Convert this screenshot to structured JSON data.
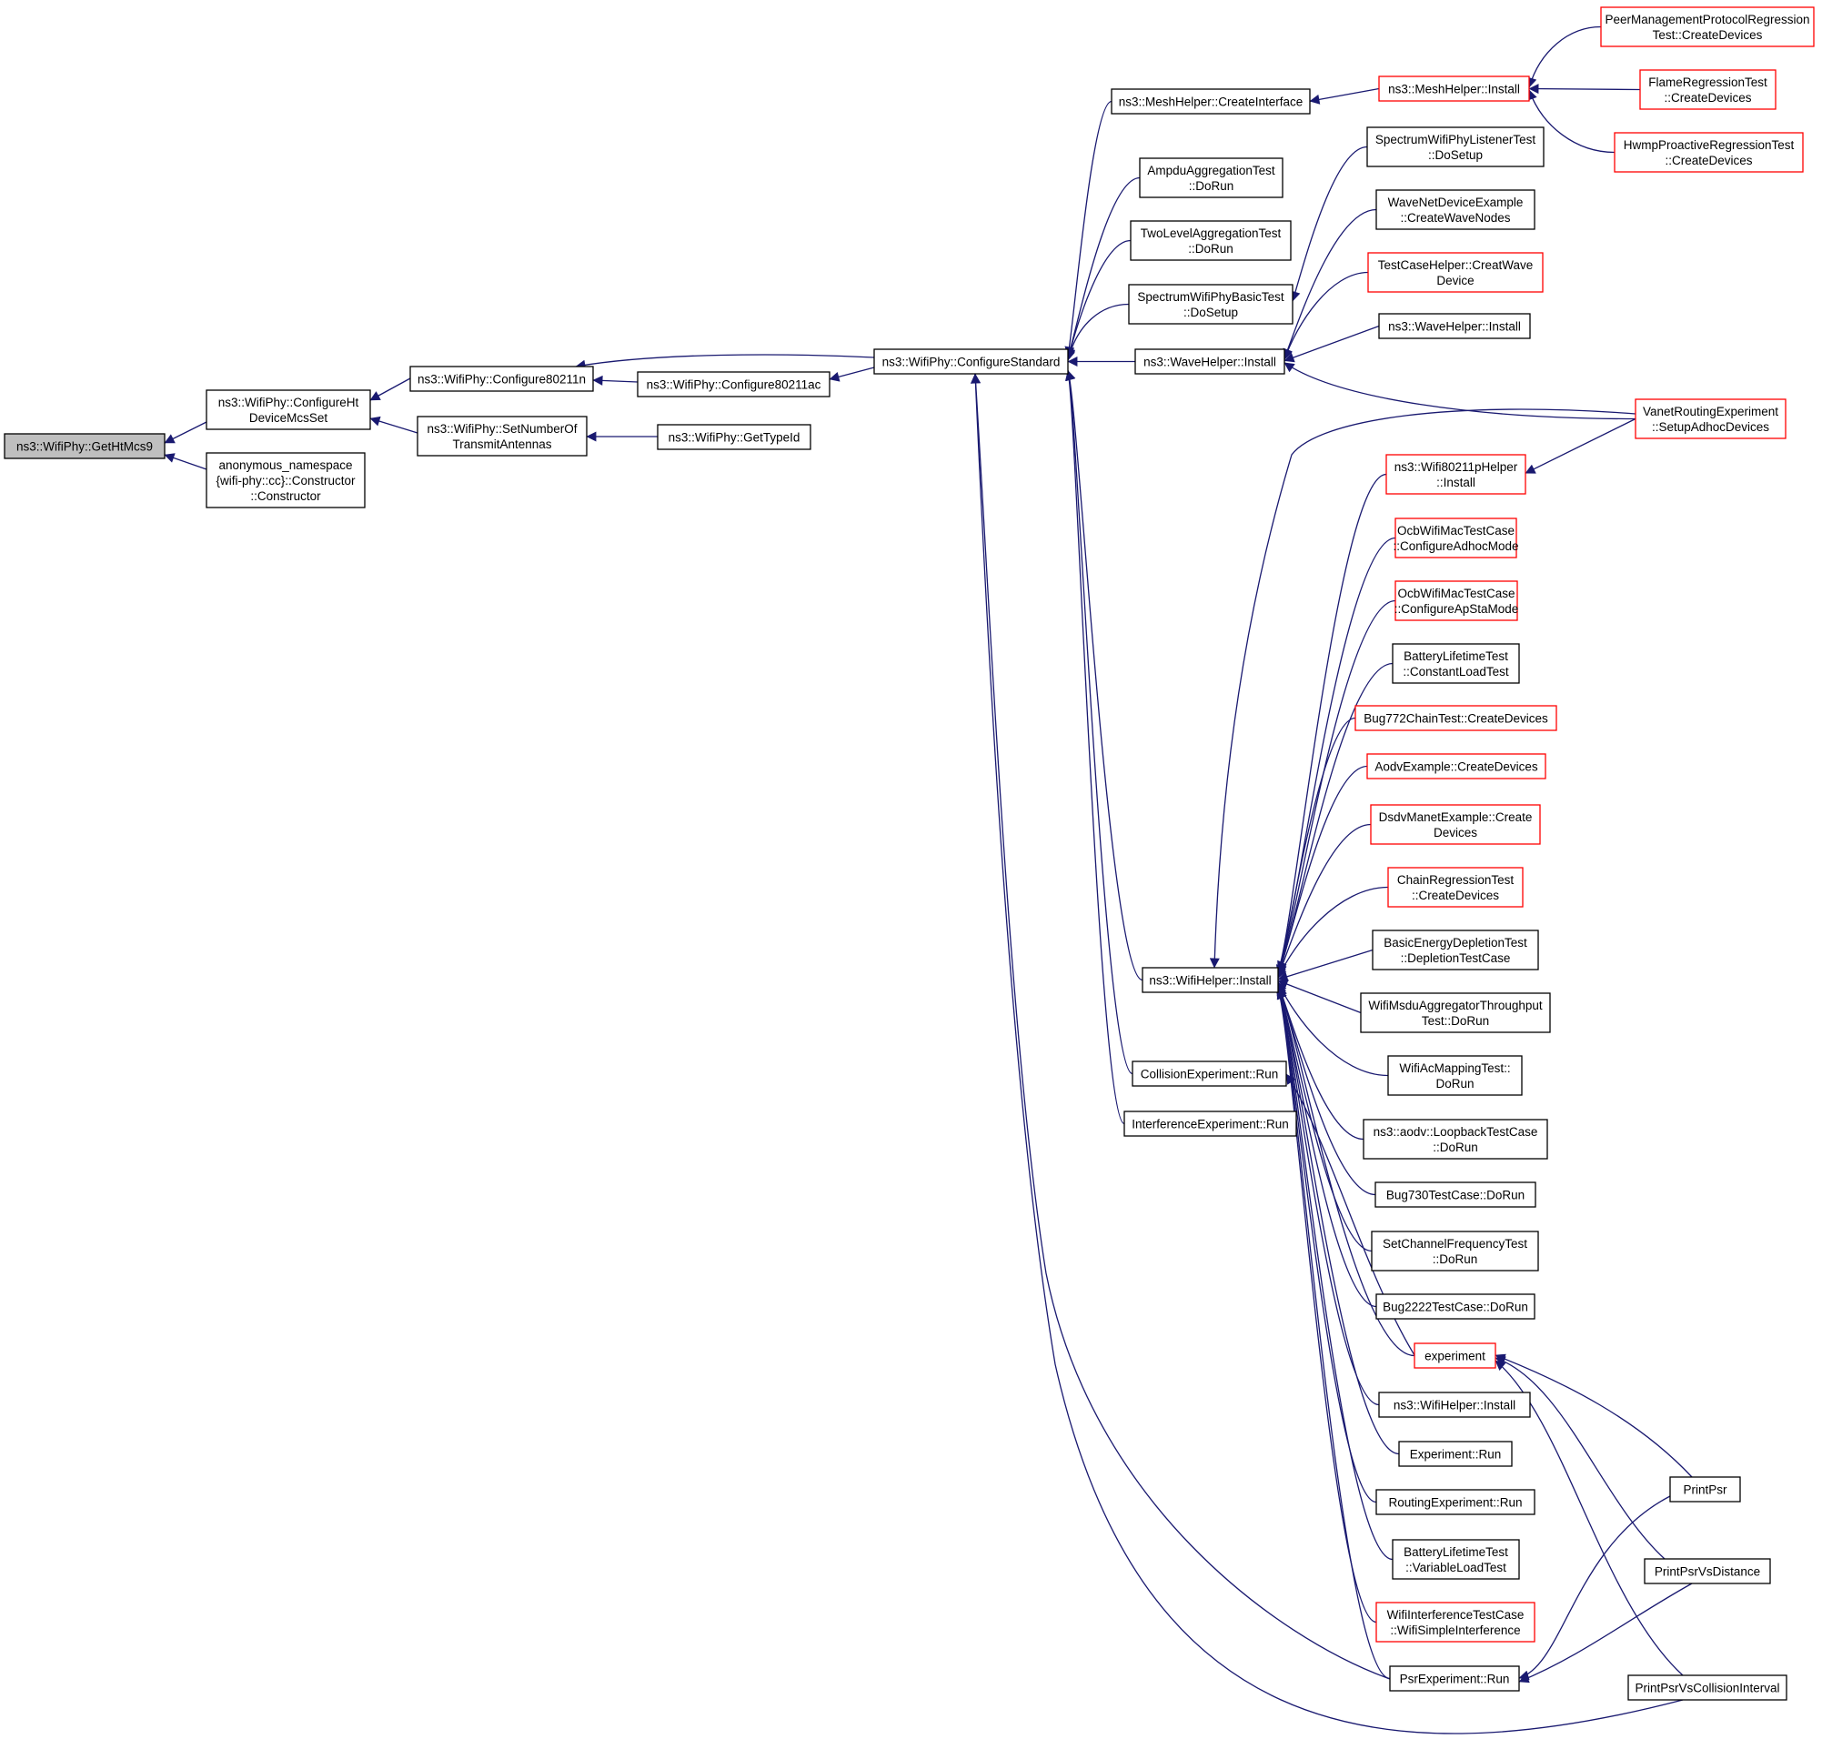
{
  "diagram": {
    "type": "caller graph",
    "colors": {
      "edge": "#191970",
      "root_fill": "#bfbfbf",
      "node_border": "#000000",
      "truncated_border": "#ff0000",
      "node_fill": "#ffffff"
    },
    "nodes": [
      {
        "id": "gethtmcs9",
        "lines": [
          "ns3::WifiPhy::GetHtMcs9"
        ],
        "style": "root"
      },
      {
        "id": "configureht",
        "lines": [
          "ns3::WifiPhy::ConfigureHt",
          "DeviceMcsSet"
        ],
        "style": "normal"
      },
      {
        "id": "anon",
        "lines": [
          "anonymous_namespace",
          "{wifi-phy::cc}::Constructor",
          "::Constructor"
        ],
        "style": "normal"
      },
      {
        "id": "c80211n",
        "lines": [
          "ns3::WifiPhy::Configure80211n"
        ],
        "style": "normal"
      },
      {
        "id": "setnumtx",
        "lines": [
          "ns3::WifiPhy::SetNumberOf",
          "TransmitAntennas"
        ],
        "style": "normal"
      },
      {
        "id": "c80211ac",
        "lines": [
          "ns3::WifiPhy::Configure80211ac"
        ],
        "style": "normal"
      },
      {
        "id": "gettypeid",
        "lines": [
          "ns3::WifiPhy::GetTypeId"
        ],
        "style": "normal"
      },
      {
        "id": "cfgstd",
        "lines": [
          "ns3::WifiPhy::ConfigureStandard"
        ],
        "style": "normal"
      },
      {
        "id": "meshci",
        "lines": [
          "ns3::MeshHelper::CreateInterface"
        ],
        "style": "normal"
      },
      {
        "id": "ampdu",
        "lines": [
          "AmpduAggregationTest",
          "::DoRun"
        ],
        "style": "normal"
      },
      {
        "id": "twolevel",
        "lines": [
          "TwoLevelAggregationTest",
          "::DoRun"
        ],
        "style": "normal"
      },
      {
        "id": "specbasic",
        "lines": [
          "SpectrumWifiPhyBasicTest",
          "::DoSetup"
        ],
        "style": "normal"
      },
      {
        "id": "wavehelper",
        "lines": [
          "ns3::WaveHelper::Install"
        ],
        "style": "normal"
      },
      {
        "id": "wifihelper",
        "lines": [
          "ns3::WifiHelper::Install"
        ],
        "style": "normal"
      },
      {
        "id": "collision",
        "lines": [
          "CollisionExperiment::Run"
        ],
        "style": "normal"
      },
      {
        "id": "interference",
        "lines": [
          "InterferenceExperiment::Run"
        ],
        "style": "normal"
      },
      {
        "id": "meshinstall",
        "lines": [
          "ns3::MeshHelper::Install"
        ],
        "style": "truncated"
      },
      {
        "id": "peermgmt",
        "lines": [
          "PeerManagementProtocolRegression",
          "Test::CreateDevices"
        ],
        "style": "truncated"
      },
      {
        "id": "flame",
        "lines": [
          "FlameRegressionTest",
          "::CreateDevices"
        ],
        "style": "truncated"
      },
      {
        "id": "hwmp",
        "lines": [
          "HwmpProactiveRegressionTest",
          "::CreateDevices"
        ],
        "style": "truncated"
      },
      {
        "id": "speclistener",
        "lines": [
          "SpectrumWifiPhyListenerTest",
          "::DoSetup"
        ],
        "style": "normal"
      },
      {
        "id": "wavenetdev",
        "lines": [
          "WaveNetDeviceExample",
          "::CreateWaveNodes"
        ],
        "style": "normal"
      },
      {
        "id": "testcasehelper",
        "lines": [
          "TestCaseHelper::CreatWave",
          "Device"
        ],
        "style": "truncated"
      },
      {
        "id": "wavehelper2",
        "lines": [
          "ns3::WaveHelper::Install"
        ],
        "style": "normal"
      },
      {
        "id": "vanet",
        "lines": [
          "VanetRoutingExperiment",
          "::SetupAdhocDevices"
        ],
        "style": "truncated"
      },
      {
        "id": "wifi80211p",
        "lines": [
          "ns3::Wifi80211pHelper",
          "::Install"
        ],
        "style": "truncated"
      },
      {
        "id": "ocbadhoc",
        "lines": [
          "OcbWifiMacTestCase",
          "::ConfigureAdhocMode"
        ],
        "style": "truncated"
      },
      {
        "id": "ocbapsta",
        "lines": [
          "OcbWifiMacTestCase",
          "::ConfigureApStaMode"
        ],
        "style": "truncated"
      },
      {
        "id": "batteryconst",
        "lines": [
          "BatteryLifetimeTest",
          "::ConstantLoadTest"
        ],
        "style": "normal"
      },
      {
        "id": "bug772",
        "lines": [
          "Bug772ChainTest::CreateDevices"
        ],
        "style": "truncated"
      },
      {
        "id": "aodvex",
        "lines": [
          "AodvExample::CreateDevices"
        ],
        "style": "truncated"
      },
      {
        "id": "dsdv",
        "lines": [
          "DsdvManetExample::Create",
          "Devices"
        ],
        "style": "truncated"
      },
      {
        "id": "chainreg",
        "lines": [
          "ChainRegressionTest",
          "::CreateDevices"
        ],
        "style": "truncated"
      },
      {
        "id": "basicenergy",
        "lines": [
          "BasicEnergyDepletionTest",
          "::DepletionTestCase"
        ],
        "style": "normal"
      },
      {
        "id": "msdu",
        "lines": [
          "WifiMsduAggregatorThroughput",
          "Test::DoRun"
        ],
        "style": "normal"
      },
      {
        "id": "acmapping",
        "lines": [
          "WifiAcMappingTest::",
          "DoRun"
        ],
        "style": "normal"
      },
      {
        "id": "aodvloop",
        "lines": [
          "ns3::aodv::LoopbackTestCase",
          "::DoRun"
        ],
        "style": "normal"
      },
      {
        "id": "bug730",
        "lines": [
          "Bug730TestCase::DoRun"
        ],
        "style": "normal"
      },
      {
        "id": "setchan",
        "lines": [
          "SetChannelFrequencyTest",
          "::DoRun"
        ],
        "style": "normal"
      },
      {
        "id": "bug2222",
        "lines": [
          "Bug2222TestCase::DoRun"
        ],
        "style": "normal"
      },
      {
        "id": "experiment",
        "lines": [
          "experiment"
        ],
        "style": "truncated"
      },
      {
        "id": "wifihelper2",
        "lines": [
          "ns3::WifiHelper::Install"
        ],
        "style": "normal"
      },
      {
        "id": "experimentrun",
        "lines": [
          "Experiment::Run"
        ],
        "style": "normal"
      },
      {
        "id": "routingexp",
        "lines": [
          "RoutingExperiment::Run"
        ],
        "style": "normal"
      },
      {
        "id": "batteryvar",
        "lines": [
          "BatteryLifetimeTest",
          "::VariableLoadTest"
        ],
        "style": "normal"
      },
      {
        "id": "wifiinterf",
        "lines": [
          "WifiInterferenceTestCase",
          "::WifiSimpleInterference"
        ],
        "style": "truncated"
      },
      {
        "id": "psrexp",
        "lines": [
          "PsrExperiment::Run"
        ],
        "style": "normal"
      },
      {
        "id": "printpsr",
        "lines": [
          "PrintPsr"
        ],
        "style": "normal"
      },
      {
        "id": "printpsrdist",
        "lines": [
          "PrintPsrVsDistance"
        ],
        "style": "normal"
      },
      {
        "id": "printpsrcoll",
        "lines": [
          "PrintPsrVsCollisionInterval"
        ],
        "style": "normal"
      }
    ],
    "edges": [
      {
        "from": "configureht",
        "to": "gethtmcs9"
      },
      {
        "from": "anon",
        "to": "gethtmcs9"
      },
      {
        "from": "c80211n",
        "to": "configureht"
      },
      {
        "from": "setnumtx",
        "to": "configureht"
      },
      {
        "from": "c80211ac",
        "to": "c80211n"
      },
      {
        "from": "cfgstd",
        "to": "c80211n"
      },
      {
        "from": "gettypeid",
        "to": "setnumtx"
      },
      {
        "from": "cfgstd",
        "to": "c80211ac"
      },
      {
        "from": "meshci",
        "to": "cfgstd"
      },
      {
        "from": "ampdu",
        "to": "cfgstd"
      },
      {
        "from": "twolevel",
        "to": "cfgstd"
      },
      {
        "from": "specbasic",
        "to": "cfgstd"
      },
      {
        "from": "wavehelper",
        "to": "cfgstd"
      },
      {
        "from": "wifihelper",
        "to": "cfgstd"
      },
      {
        "from": "collision",
        "to": "cfgstd"
      },
      {
        "from": "interference",
        "to": "cfgstd"
      },
      {
        "from": "meshinstall",
        "to": "meshci"
      },
      {
        "from": "peermgmt",
        "to": "meshinstall"
      },
      {
        "from": "flame",
        "to": "meshinstall"
      },
      {
        "from": "hwmp",
        "to": "meshinstall"
      },
      {
        "from": "speclistener",
        "to": "specbasic"
      },
      {
        "from": "wavenetdev",
        "to": "wavehelper"
      },
      {
        "from": "testcasehelper",
        "to": "wavehelper"
      },
      {
        "from": "wavehelper2",
        "to": "wavehelper"
      },
      {
        "from": "vanet",
        "to": "wavehelper"
      },
      {
        "from": "vanet",
        "to": "wifi80211p"
      },
      {
        "from": "vanet",
        "to": "wifihelper"
      },
      {
        "from": "wifi80211p",
        "to": "wifihelper"
      },
      {
        "from": "ocbadhoc",
        "to": "wifihelper"
      },
      {
        "from": "ocbapsta",
        "to": "wifihelper"
      },
      {
        "from": "batteryconst",
        "to": "wifihelper"
      },
      {
        "from": "bug772",
        "to": "wifihelper"
      },
      {
        "from": "aodvex",
        "to": "wifihelper"
      },
      {
        "from": "dsdv",
        "to": "wifihelper"
      },
      {
        "from": "chainreg",
        "to": "wifihelper"
      },
      {
        "from": "basicenergy",
        "to": "wifihelper"
      },
      {
        "from": "msdu",
        "to": "wifihelper"
      },
      {
        "from": "acmapping",
        "to": "wifihelper"
      },
      {
        "from": "aodvloop",
        "to": "wifihelper"
      },
      {
        "from": "bug730",
        "to": "wifihelper"
      },
      {
        "from": "setchan",
        "to": "wifihelper"
      },
      {
        "from": "bug2222",
        "to": "wifihelper"
      },
      {
        "from": "experiment",
        "to": "wifihelper"
      },
      {
        "from": "wifihelper2",
        "to": "wifihelper"
      },
      {
        "from": "experimentrun",
        "to": "wifihelper"
      },
      {
        "from": "routingexp",
        "to": "wifihelper"
      },
      {
        "from": "batteryvar",
        "to": "wifihelper"
      },
      {
        "from": "wifiinterf",
        "to": "wifihelper"
      },
      {
        "from": "psrexp",
        "to": "wifihelper"
      },
      {
        "from": "psrexp",
        "to": "cfgstd"
      },
      {
        "from": "printpsrcoll",
        "to": "cfgstd"
      },
      {
        "from": "experiment",
        "to": "collision"
      },
      {
        "from": "printpsr",
        "to": "experiment"
      },
      {
        "from": "printpsrdist",
        "to": "experiment"
      },
      {
        "from": "printpsrcoll",
        "to": "experiment"
      },
      {
        "from": "printpsr",
        "to": "psrexp"
      },
      {
        "from": "printpsrdist",
        "to": "psrexp"
      }
    ]
  }
}
